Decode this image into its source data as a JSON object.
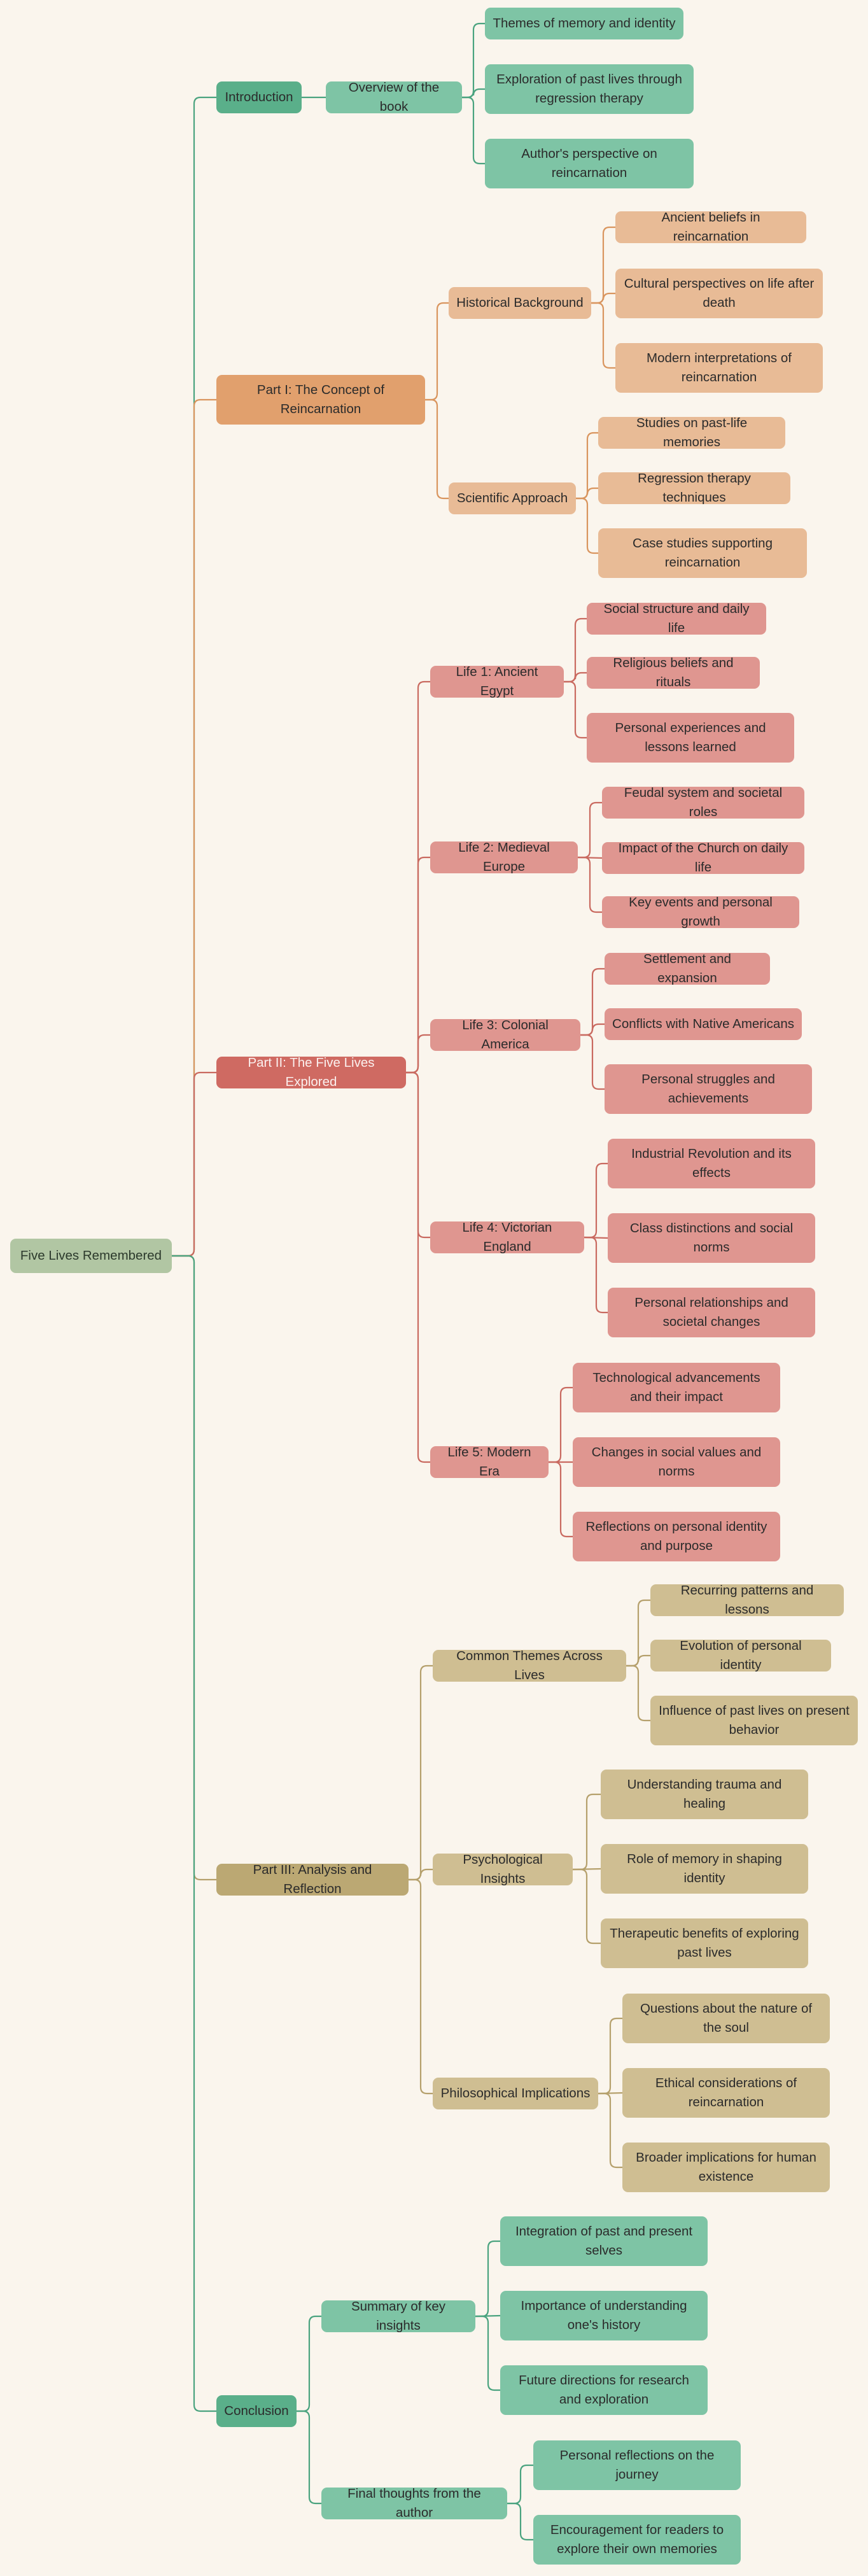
{
  "root": "Five Lives Remembered",
  "colors": {
    "background": "#faf5ed",
    "root": "#b1c6a3",
    "introduction": "#7ec4a5",
    "part1": "#e8bb96",
    "part2": "#df9690",
    "part3": "#cfbe92",
    "conclusion": "#7ec4a5"
  },
  "sections": [
    {
      "label": "Introduction",
      "children": [
        {
          "label": "Overview of the book",
          "children": [
            "Themes of memory and identity",
            "Exploration of past lives through regression therapy",
            "Author's perspective on reincarnation"
          ]
        }
      ]
    },
    {
      "label": "Part I: The Concept of Reincarnation",
      "children": [
        {
          "label": "Historical Background",
          "children": [
            "Ancient beliefs in reincarnation",
            "Cultural perspectives on life after death",
            "Modern interpretations of reincarnation"
          ]
        },
        {
          "label": "Scientific Approach",
          "children": [
            "Studies on past-life memories",
            "Regression therapy techniques",
            "Case studies supporting reincarnation"
          ]
        }
      ]
    },
    {
      "label": "Part II: The Five Lives Explored",
      "children": [
        {
          "label": "Life 1: Ancient Egypt",
          "children": [
            "Social structure and daily life",
            "Religious beliefs and rituals",
            "Personal experiences and lessons learned"
          ]
        },
        {
          "label": "Life 2: Medieval Europe",
          "children": [
            "Feudal system and societal roles",
            "Impact of the Church on daily life",
            "Key events and personal growth"
          ]
        },
        {
          "label": "Life 3: Colonial America",
          "children": [
            "Settlement and expansion",
            "Conflicts with Native Americans",
            "Personal struggles and achievements"
          ]
        },
        {
          "label": "Life 4: Victorian England",
          "children": [
            "Industrial Revolution and its effects",
            "Class distinctions and social norms",
            "Personal relationships and societal changes"
          ]
        },
        {
          "label": "Life 5: Modern Era",
          "children": [
            "Technological advancements and their impact",
            "Changes in social values and norms",
            "Reflections on personal identity and purpose"
          ]
        }
      ]
    },
    {
      "label": "Part III: Analysis and Reflection",
      "children": [
        {
          "label": "Common Themes Across Lives",
          "children": [
            "Recurring patterns and lessons",
            "Evolution of personal identity",
            "Influence of past lives on present behavior"
          ]
        },
        {
          "label": "Psychological Insights",
          "children": [
            "Understanding trauma and healing",
            "Role of memory in shaping identity",
            "Therapeutic benefits of exploring past lives"
          ]
        },
        {
          "label": "Philosophical Implications",
          "children": [
            "Questions about the nature of the soul",
            "Ethical considerations of reincarnation",
            "Broader implications for human existence"
          ]
        }
      ]
    },
    {
      "label": "Conclusion",
      "children": [
        {
          "label": "Summary of key insights",
          "children": [
            "Integration of past and present selves",
            "Importance of understanding one's history",
            "Future directions for research and exploration"
          ]
        },
        {
          "label": "Final thoughts from the author",
          "children": [
            "Personal reflections on the journey",
            "Encouragement for readers to explore their own memories"
          ]
        }
      ]
    }
  ]
}
